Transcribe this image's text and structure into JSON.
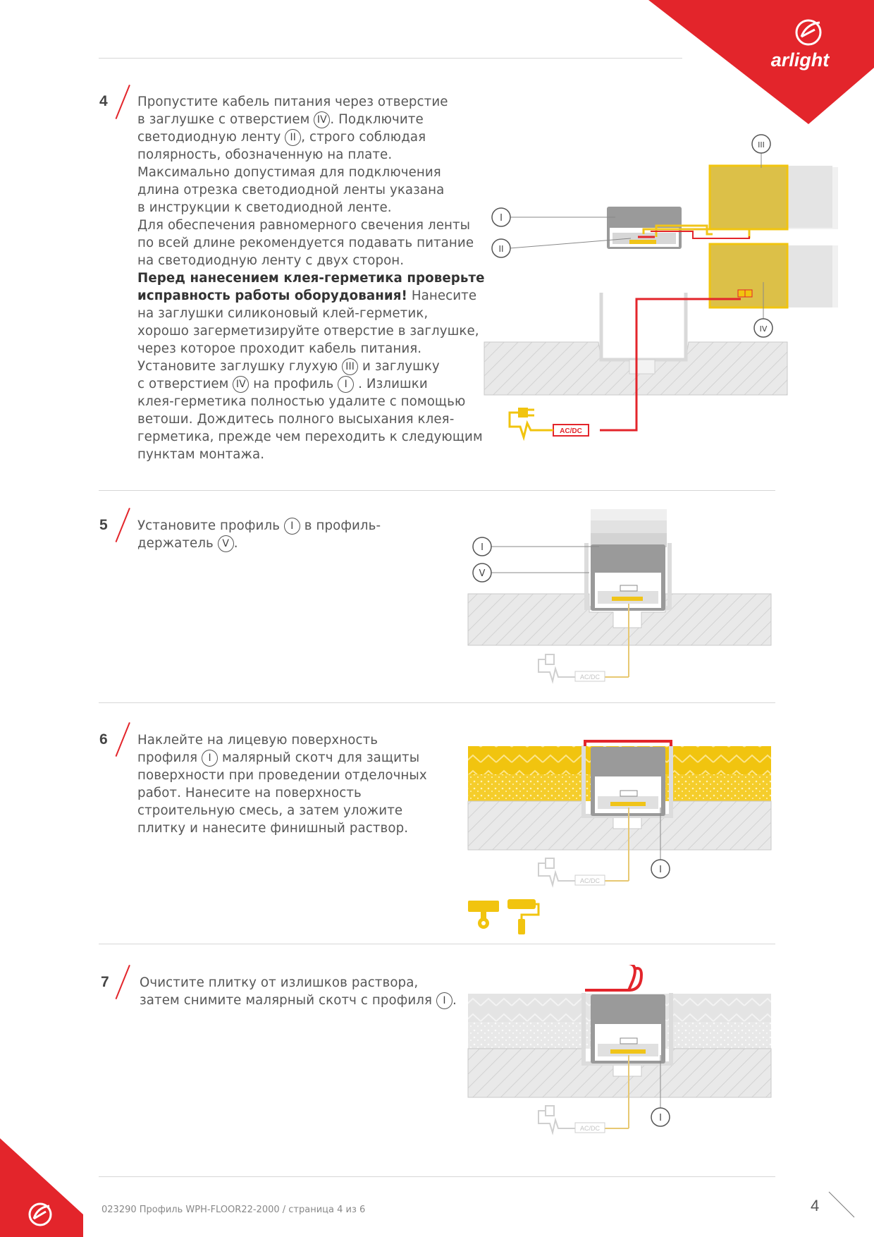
{
  "brand": {
    "name": "arlight"
  },
  "steps": [
    {
      "num": "4",
      "lines": [
        [
          "Пропустите кабель питания через отверстие"
        ],
        [
          "в заглушке с отверстием ",
          {
            "rn": "IV"
          },
          ". Подключите"
        ],
        [
          "светодиодную ленту ",
          {
            "rn": "II"
          },
          ", строго соблюдая"
        ],
        [
          "полярность, обозначенную на плате."
        ],
        [
          "Максимально допустимая для подключения"
        ],
        [
          "длина отрезка светодиодной ленты указана"
        ],
        [
          "в инструкции к светодиодной ленте."
        ],
        [
          "Для обеспечения равномерного свечения ленты"
        ],
        [
          "по всей длине рекомендуется подавать питание"
        ],
        [
          "на светодиодную ленту с двух сторон."
        ],
        [
          {
            "b": "Перед нанесением клея-герметика проверьте"
          }
        ],
        [
          {
            "b": "исправность работы оборудования!"
          },
          " Нанесите"
        ],
        [
          "на заглушки силиконовый клей-герметик,"
        ],
        [
          "хорошо загерметизируйте отверстие в заглушке,"
        ],
        [
          "через которое проходит кабель питания."
        ],
        [
          "Установите заглушку глухую ",
          {
            "rn": "III"
          },
          " и заглушку"
        ],
        [
          "с отверстием ",
          {
            "rn": "IV"
          },
          " на профиль ",
          {
            "rn": "I"
          },
          " . Излишки"
        ],
        [
          "клея-герметика полностью удалите с помощью"
        ],
        [
          "ветоши. Дождитесь полного высыхания клея-"
        ],
        [
          "герметика, прежде чем переходить к следующим"
        ],
        [
          "пунктам монтажа."
        ]
      ]
    },
    {
      "num": "5",
      "lines": [
        [
          "Установите профиль ",
          {
            "rn": "I"
          },
          " в профиль-"
        ],
        [
          "держатель ",
          {
            "rn": "V"
          },
          "."
        ]
      ]
    },
    {
      "num": "6",
      "lines": [
        [
          "Наклейте на лицевую поверхность"
        ],
        [
          "профиля ",
          {
            "rn": "I"
          },
          " малярный скотч для защиты"
        ],
        [
          "поверхности при проведении отделочных"
        ],
        [
          "работ. Нанесите на поверхность"
        ],
        [
          "строительную смесь, а затем уложите"
        ],
        [
          "плитку и нанесите финишный раствор."
        ]
      ]
    },
    {
      "num": "7",
      "lines": [
        [
          "Очистите плитку от излишков раствора,"
        ],
        [
          "затем снимите малярный скотч с профиля ",
          {
            "rn": "I"
          },
          "."
        ]
      ]
    }
  ],
  "figure_labels": {
    "step4": {
      "I": "I",
      "II": "II",
      "III": "III",
      "IV": "IV",
      "acdc": "AC/DC"
    },
    "step5": {
      "I": "I",
      "V": "V",
      "acdc": "AC/DC"
    },
    "step6": {
      "I": "I",
      "acdc": "AC/DC"
    },
    "step7": {
      "I": "I",
      "acdc": "AC/DC"
    }
  },
  "footer": {
    "text": "023290 Профиль WPH-FLOOR22-2000 / страница 4 из 6",
    "page_number": "4"
  },
  "colors": {
    "accent_red": "#e3252b",
    "yellow": "#f1c40f",
    "gold": "#dcc048",
    "profile_gray": "#8e8e8e"
  }
}
